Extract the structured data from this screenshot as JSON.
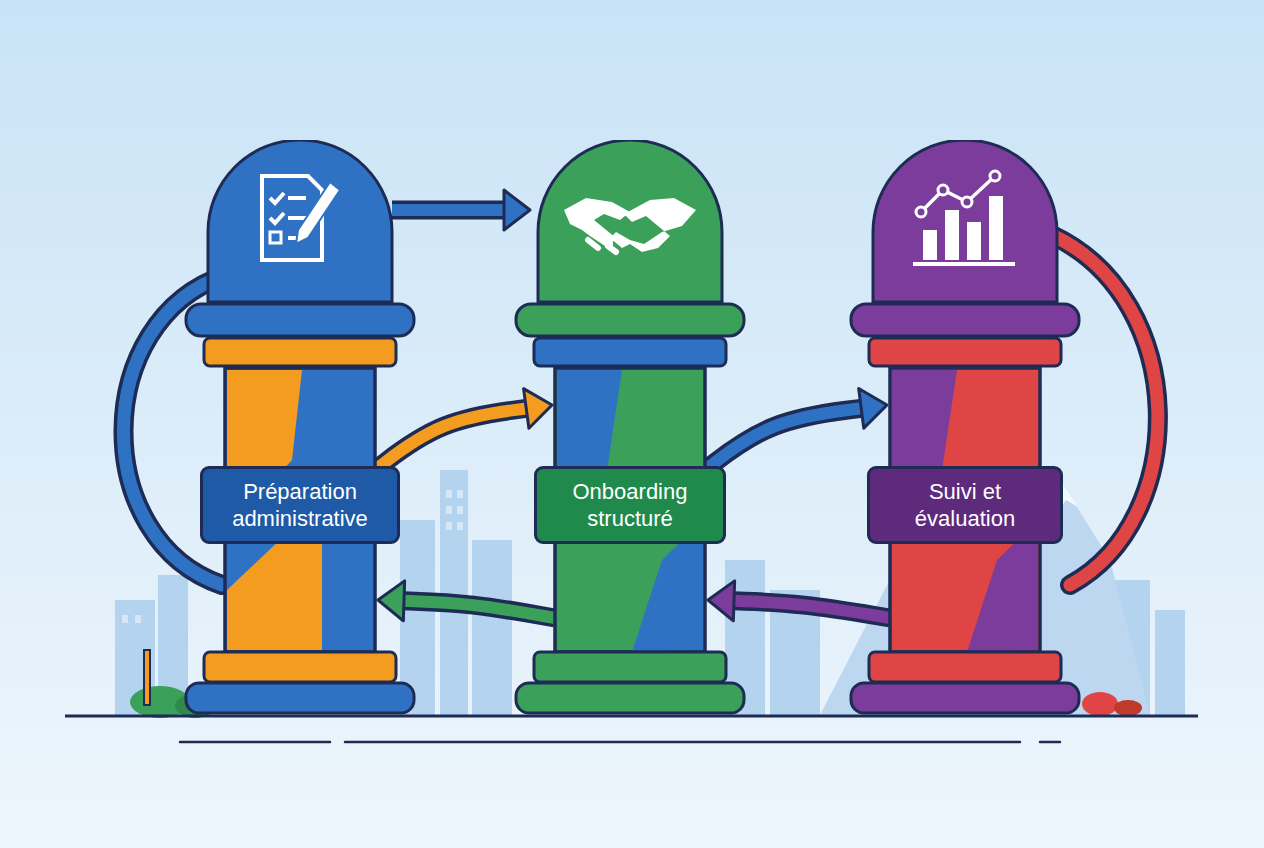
{
  "diagram": {
    "nodes": [
      {
        "text": [
          "Préparation administrative"
        ]
      },
      {
        "text": [
          "Onboarding structuré"
        ]
      },
      {
        "text": [
          "Suivi et évaluation"
        ]
      }
    ],
    "edges": [
      {
        "from": 0,
        "to": 1,
        "arrow": "to"
      },
      {
        "from": 0,
        "to": 1,
        "arrow": "to"
      },
      {
        "from": 1,
        "to": 2,
        "arrow": "to"
      },
      {
        "from": 1,
        "to": 0,
        "arrow": "to"
      },
      {
        "from": 2,
        "to": 1,
        "arrow": "to"
      }
    ]
  }
}
